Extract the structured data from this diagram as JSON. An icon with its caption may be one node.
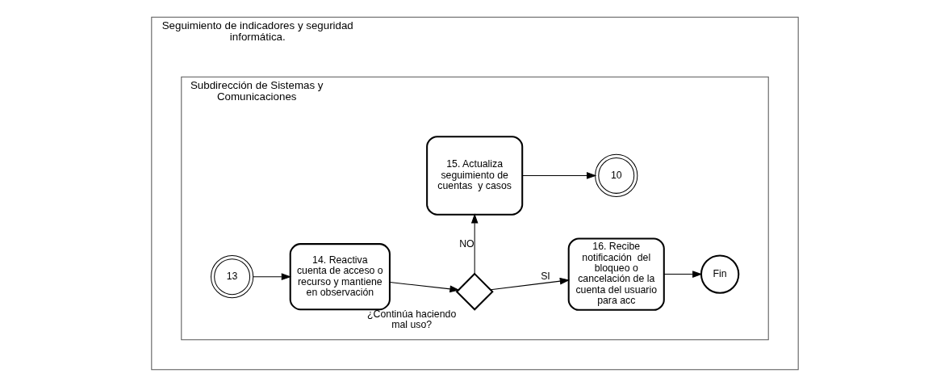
{
  "diagram": {
    "nodes": [
      {
        "text": [
          "Seguimiento de indicadores y seguridad informática."
        ]
      },
      {
        "text": [
          "Subdirección de Sistemas y Comunicaciones"
        ],
        "in": 0
      },
      {
        "text": [
          "13"
        ],
        "in": 1
      },
      {
        "text": [
          "14. Reactiva cuenta de acceso o recurso y mantiene en observación"
        ],
        "in": 1
      },
      {
        "text": [
          "¿Continúa haciendo mal uso?"
        ],
        "in": 1
      },
      {
        "text": [
          "16. Recibe notificación  del bloqueo o cancelación de la cuenta del usuario  para acc"
        ],
        "in": 1
      },
      {
        "text": [
          "Fin"
        ],
        "in": 1
      },
      {
        "text": [
          "15. Actualiza seguimiento de cuentas  y casos"
        ],
        "in": 1
      },
      {
        "text": [
          "10"
        ],
        "in": 1
      }
    ],
    "edges": [
      {
        "from": 2,
        "to": 3,
        "arrow": "to"
      },
      {
        "from": 3,
        "to": 4,
        "arrow": "to"
      },
      {
        "from": 4,
        "to": 5,
        "arrow": "to",
        "label": "SI"
      },
      {
        "from": 4,
        "to": 7,
        "arrow": "to",
        "label": "NO"
      },
      {
        "from": 5,
        "to": 6,
        "arrow": "to"
      },
      {
        "from": 7,
        "to": 8,
        "arrow": "to"
      }
    ]
  }
}
